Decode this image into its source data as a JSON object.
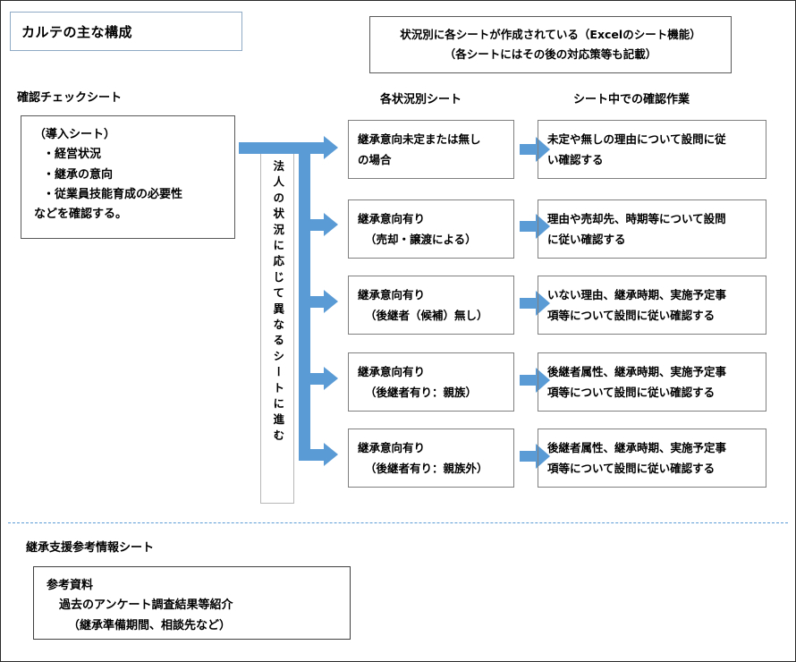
{
  "title": {
    "text": "カルテの主な構成"
  },
  "note": {
    "line1": "状況別に各シートが作成されている（Excelのシート機能）",
    "line1_prefix": "状況別に各シートが作成されている（",
    "line1_mid": "Excel",
    "line1_suffix": "のシート機能）",
    "line2": "（各シートにはその後の対応策等も記載）"
  },
  "headers": {
    "check_sheet": "確認チェックシート",
    "situation_sheets": "各状況別シート",
    "sheet_work": "シート中での確認作業",
    "reference_sheet": "継承支援参考情報シート"
  },
  "intro_box": {
    "lines": [
      "（導入シート）",
      "・経営状況",
      "・継承の意向",
      "・従業員技能育成の必要性",
      "などを確認する。"
    ]
  },
  "vertical_caption": {
    "text": "法人の状況に応じて異なるシートに進む"
  },
  "rows": [
    {
      "sheet_lines": [
        "継承意向未定または無し",
        "の場合"
      ],
      "work_lines": [
        "未定や無しの理由について設問に従",
        "い確認する"
      ],
      "arrow": "right-arrow"
    },
    {
      "sheet_lines": [
        "継承意向有り",
        "（売却・譲渡による）"
      ],
      "work_lines": [
        "理由や売却先、時期等について設問",
        "に従い確認する"
      ],
      "arrow": "right-arrow"
    },
    {
      "sheet_lines": [
        "継承意向有り",
        "（後継者（候補）無し）"
      ],
      "work_lines": [
        "いない理由、継承時期、実施予定事",
        "項等について設問に従い確認する"
      ],
      "arrow": "right-arrow"
    },
    {
      "sheet_lines": [
        "継承意向有り",
        "（後継者有り：親族）"
      ],
      "work_lines": [
        "後継者属性、継承時期、実施予定事",
        "項等について設問に従い確認する"
      ],
      "arrow": "right-arrow"
    },
    {
      "sheet_lines": [
        "継承意向有り",
        "（後継者有り：親族外）"
      ],
      "work_lines": [
        "後継者属性、継承時期、実施予定事",
        "項等について設問に従い確認する"
      ],
      "arrow": "right-arrow"
    }
  ],
  "reference_box": {
    "lines": [
      "参考資料",
      "過去のアンケート調査結果等紹介",
      "（継承準備期間、相談先など）"
    ]
  },
  "colors": {
    "accent_blue": "#5B9BD5",
    "box_border_gray": "#7F7F7F",
    "title_border_blue": "#8FAAC4",
    "outer_border": "#2B2B2B"
  }
}
